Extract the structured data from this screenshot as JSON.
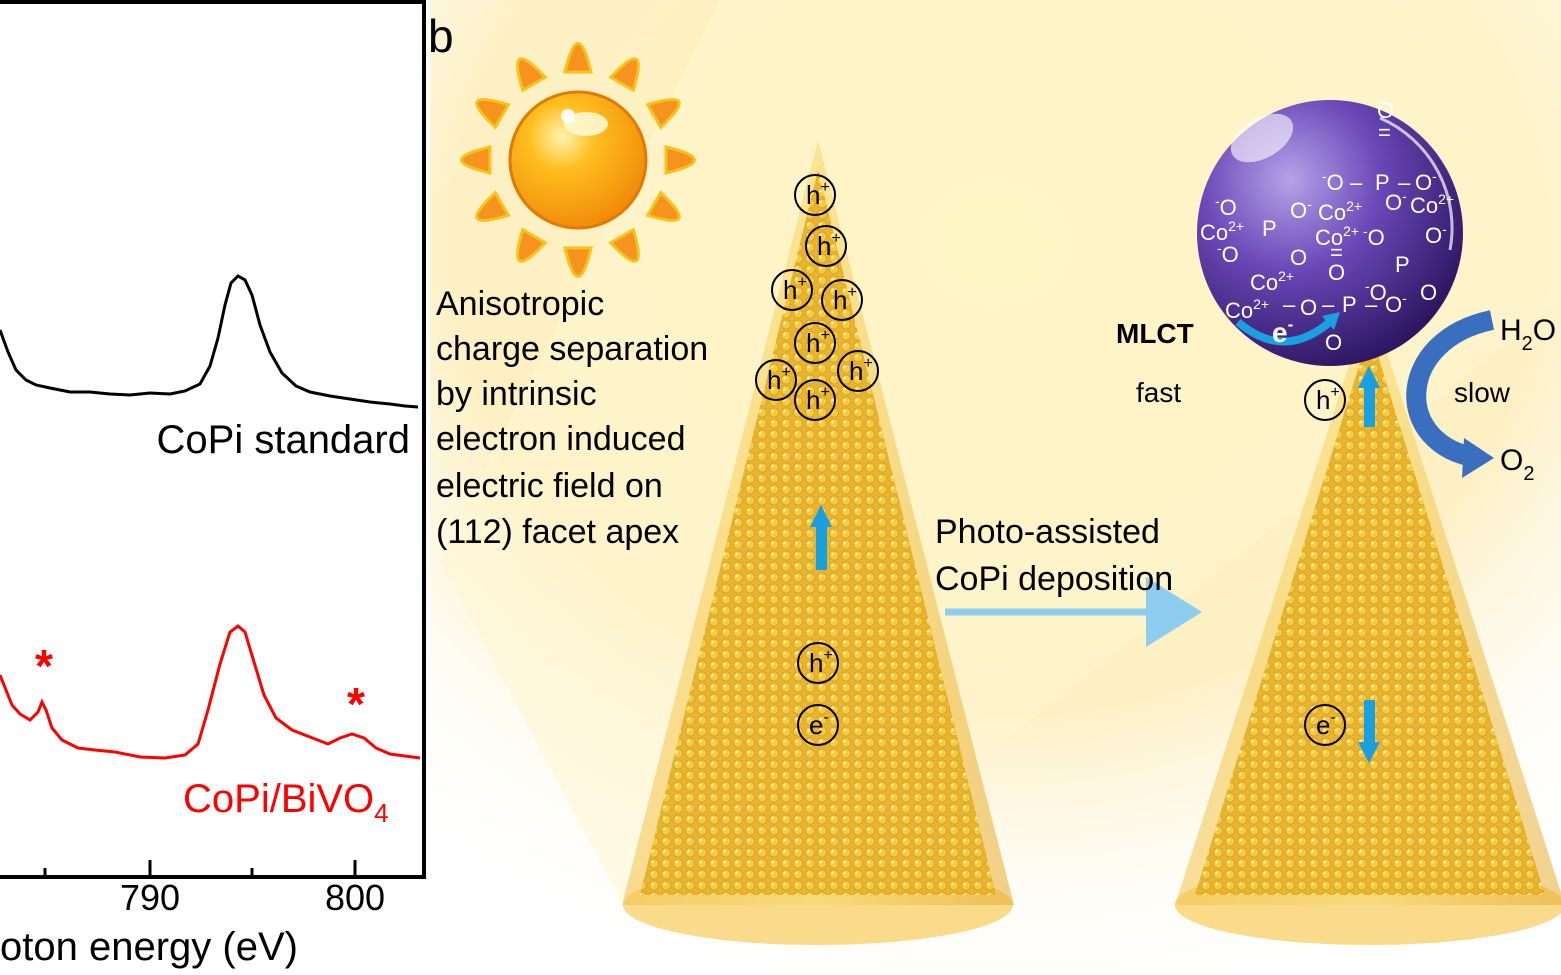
{
  "panel_a": {
    "tick_labels": [
      "790",
      "800"
    ],
    "xlabel": "oton energy (eV)",
    "series": [
      {
        "name": "CoPi standard",
        "color": "#000000"
      },
      {
        "name": "CoPi/BiVO",
        "subscript": "4",
        "color": "#ff0000"
      }
    ],
    "markers": [
      "*",
      "*"
    ]
  },
  "panel_b": {
    "label": "b",
    "description_lines": [
      "Anisotropic",
      "charge separation",
      "by intrinsic",
      "electron induced",
      "electric field on",
      "(112) facet apex"
    ],
    "deposition_lines": [
      "Photo-assisted",
      "CoPi deposition"
    ],
    "mlct": "MLCT",
    "fast": "fast",
    "slow": "slow",
    "h2o": {
      "main": "H",
      "sub": "2",
      "tail": "O"
    },
    "o2": {
      "main": "O",
      "sub": "2"
    },
    "hole": {
      "main": "h",
      "sup": "+"
    },
    "electron": {
      "main": "e",
      "sup": "-"
    },
    "sphere": {
      "co": {
        "main": "Co",
        "sup": "2+"
      },
      "o_minus": {
        "main": "O",
        "sup": "-"
      },
      "minus_o": {
        "pre": "-",
        "main": "O"
      },
      "p": "P",
      "o": "O",
      "eq": "=",
      "dash": "–"
    }
  },
  "colors": {
    "black_series": "#000000",
    "red_series": "#ff0000",
    "arrow_blue": "#19a0e0",
    "sphere_purple": "#4a2a8c",
    "flow_blue": "#3a6fc0"
  }
}
